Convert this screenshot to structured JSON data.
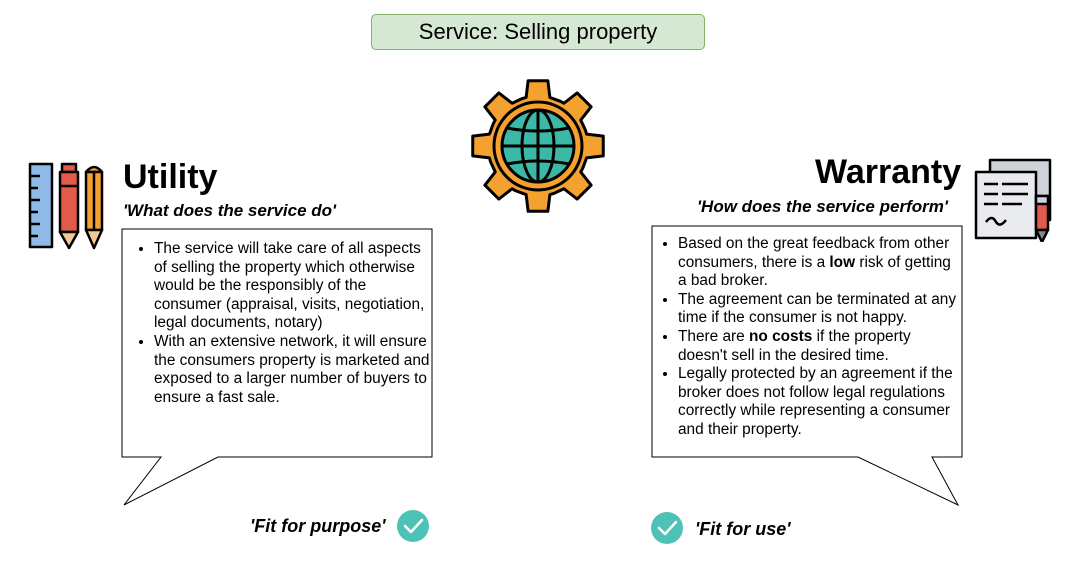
{
  "title": "Service: Selling property",
  "colors": {
    "title_fill": "#d5e8d4",
    "title_border": "#82b366",
    "gear_orange": "#f4a12f",
    "globe_teal": "#3cb8a6",
    "check_teal": "#4fc2b8"
  },
  "icons": {
    "center": "gear-globe-icon",
    "utility": "ruler-pencils-icon",
    "warranty": "document-pen-icon",
    "check": "checkmark-circle-icon"
  },
  "utility": {
    "heading": "Utility",
    "subtitle": "'What does the service do'",
    "bullets": [
      "The service will take care of all aspects of selling the property which otherwise would be the responsibly of the consumer (appraisal, visits, negotiation, legal documents, notary)",
      "With an extensive network, it will ensure the consumers property is marketed and exposed to a larger number of buyers to ensure a fast sale."
    ],
    "fit_label": "'Fit for purpose'"
  },
  "warranty": {
    "heading": "Warranty",
    "subtitle": "'How does the service perform'",
    "bullets": [
      {
        "before": "Based on the great feedback from other consumers, there is a ",
        "bold": "low",
        "after": " risk of getting a bad broker."
      },
      {
        "before": "The agreement can be terminated at any time if the consumer is not happy.",
        "bold": "",
        "after": ""
      },
      {
        "before": "There are ",
        "bold": "no costs",
        "after": " if the property doesn't sell in the desired time."
      },
      {
        "before": "Legally protected by an agreement if the broker does not follow legal regulations correctly while representing a consumer and their property.",
        "bold": "",
        "after": ""
      }
    ],
    "fit_label": "'Fit for use'"
  }
}
